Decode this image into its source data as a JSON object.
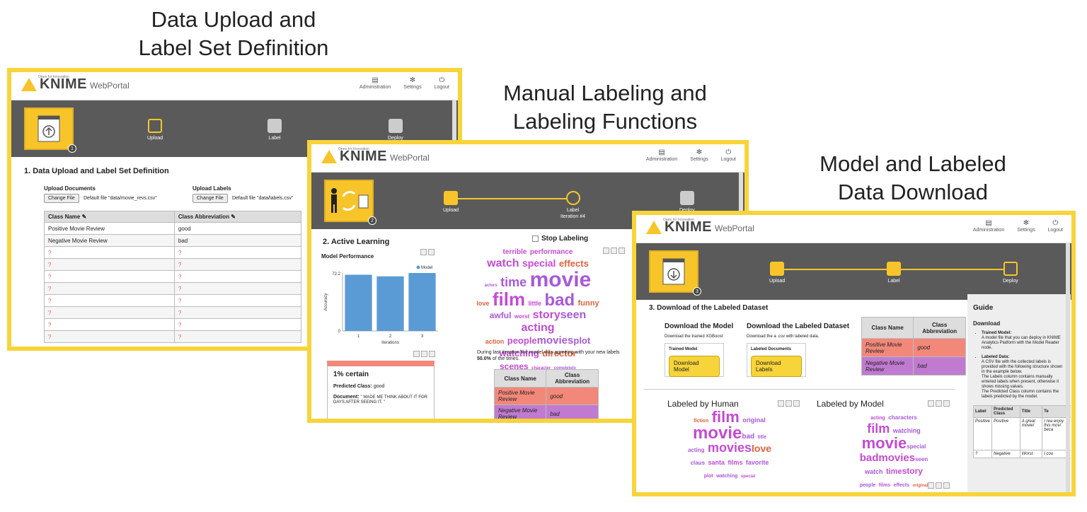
{
  "captions": {
    "c1_line1": "Data Upload and",
    "c1_line2": "Label Set Definition",
    "c2_line1": "Manual Labeling and",
    "c2_line2": "Labeling Functions",
    "c3_line1": "Model and Labeled",
    "c3_line2": "Data Download"
  },
  "brand": {
    "tagline": "Open for Innovation",
    "name": "KNIME",
    "product": "WebPortal"
  },
  "nav": [
    {
      "label": "Administration",
      "icon": "admin-icon"
    },
    {
      "label": "Settings",
      "icon": "gear-icon"
    },
    {
      "label": "Logout",
      "icon": "power-icon"
    }
  ],
  "steps": {
    "upload": "Upload",
    "label": "Label",
    "label_iter": "Iteration #4",
    "deploy": "Deploy"
  },
  "badges": {
    "w1": "1",
    "w2": "2",
    "w3": "3"
  },
  "w1": {
    "title": "1. Data Upload and Label Set Definition",
    "upload_docs": "Upload Documents",
    "upload_labels": "Upload Labels",
    "change_file": "Change File",
    "default_docs": "Default file \"data/movie_revs.csv\"",
    "default_labels": "Default file \"data/labels.csv\"",
    "col_name": "Class Name",
    "col_abbr": "Class Abbreviation",
    "rows": [
      [
        "Positive Movie Review",
        "good"
      ],
      [
        "Negative Movie Review",
        "bad"
      ],
      [
        "?",
        "?"
      ],
      [
        "?",
        "?"
      ],
      [
        "?",
        "?"
      ],
      [
        "?",
        "?"
      ],
      [
        "?",
        "?"
      ],
      [
        "?",
        "?"
      ],
      [
        "?",
        "?"
      ],
      [
        "?",
        "?"
      ]
    ]
  },
  "w2": {
    "title": "2. Active Learning",
    "stop": "Stop Labeling",
    "perf_title": "Model Performance",
    "legend": "Model",
    "ylabel": "Accuracy",
    "xlabel": "Iterations",
    "ytick_top": "72.2",
    "ytick_zero": "0",
    "certain": "1% certain",
    "predicted_label": "Predicted Class:",
    "predicted_val": "good",
    "doc_label": "Document:",
    "doc_val": "\" Made me think about it for days after seeing it. \"",
    "agree_text": "During last iteration the model was agreeing with your new labels ",
    "agree_pct": "50.0%",
    "agree_tail": " of the times.",
    "col_name": "Class Name",
    "col_abbr": "Class Abbreviation",
    "rows": [
      [
        "Positive Movie Review",
        "good"
      ],
      [
        "Negative Movie Review",
        "bad"
      ]
    ],
    "words": [
      "terrible",
      "performance",
      "watch",
      "special",
      "effects",
      "actors",
      "time",
      "movie",
      "love",
      "funny",
      "film",
      "little",
      "worst",
      "bad",
      "awful",
      "story",
      "seen",
      "acting",
      "action",
      "people",
      "movies",
      "plot",
      "watching",
      "director",
      "scenes",
      "character",
      "completely"
    ]
  },
  "chart_data": {
    "type": "bar",
    "title": "Model Performance",
    "xlabel": "Iterations",
    "ylabel": "Accuracy",
    "categories": [
      "1",
      "2",
      "3"
    ],
    "series": [
      {
        "name": "Model",
        "values": [
          70,
          68,
          72.2
        ]
      }
    ],
    "ylim": [
      0,
      72.2
    ],
    "color": "#5b9bd5"
  },
  "w3": {
    "title": "3. Download of the Labeled Dataset",
    "dm_title": "Download the Model",
    "dm_desc": "Download the trained XGBoost",
    "dm_box": "Trained Model",
    "dm_btn": "Download Model",
    "dl_title": "Download the Labeled Dataset",
    "dl_desc": "Download the a .csv with labeled data.",
    "dl_box": "Labeled Documents",
    "dl_btn": "Download Labels",
    "col_name": "Class Name",
    "col_abbr": "Class Abbreviation",
    "rows": [
      [
        "Positive Movie Review",
        "good"
      ],
      [
        "Negative Movie Review",
        "bad"
      ]
    ],
    "by_human": "Labeled by Human",
    "by_model": "Labeled by Model",
    "guide": "Guide",
    "download": "Download",
    "g1_title": "Trained Model:",
    "g1_text": "A model file that you can deploy in KNIME Analytics Platform with the Model Reader node.",
    "g2_title": "Labeled Data:",
    "g2_text": "A CSV file with the collected labels is provided with the following structure shown in the example below.",
    "g2_text2": "The Labels column contains manually entered labels when present, otherwise it shows missing values.",
    "g2_text3": "The Predicted Class column contains the labels predicted by the model.",
    "gt_cols": [
      "Label",
      "Predicted Class",
      "Title",
      "Te"
    ],
    "gt_rows": [
      [
        "Positive",
        "Positive",
        "A great movie!",
        "I rea enjoy this movi beca"
      ],
      [
        "?",
        "Negative",
        "Worst",
        "I cou"
      ]
    ],
    "human_words": [
      "fiction",
      "film",
      "original",
      "movie",
      "bad",
      "title",
      "acting",
      "movies",
      "love",
      "santa",
      "films",
      "favorite",
      "plot",
      "watching",
      "special",
      "claus"
    ],
    "model_words": [
      "acting",
      "characters",
      "film",
      "watching",
      "movie",
      "special",
      "bad",
      "movies",
      "seen",
      "watch",
      "time",
      "story",
      "people",
      "films",
      "effects",
      "original"
    ]
  }
}
